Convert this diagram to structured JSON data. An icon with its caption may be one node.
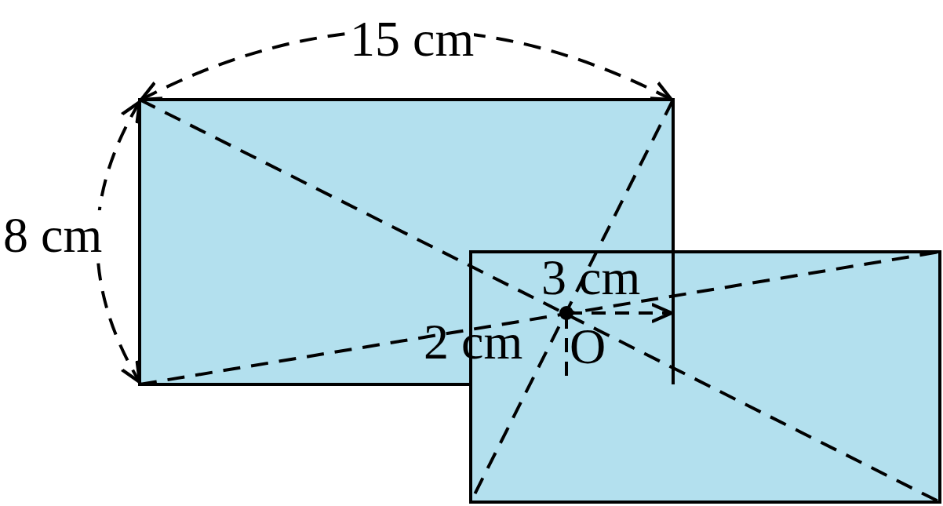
{
  "diagram": {
    "labels": [
      "15 cm",
      "8 cm",
      "3 cm",
      "2 cm",
      "O"
    ]
  }
}
